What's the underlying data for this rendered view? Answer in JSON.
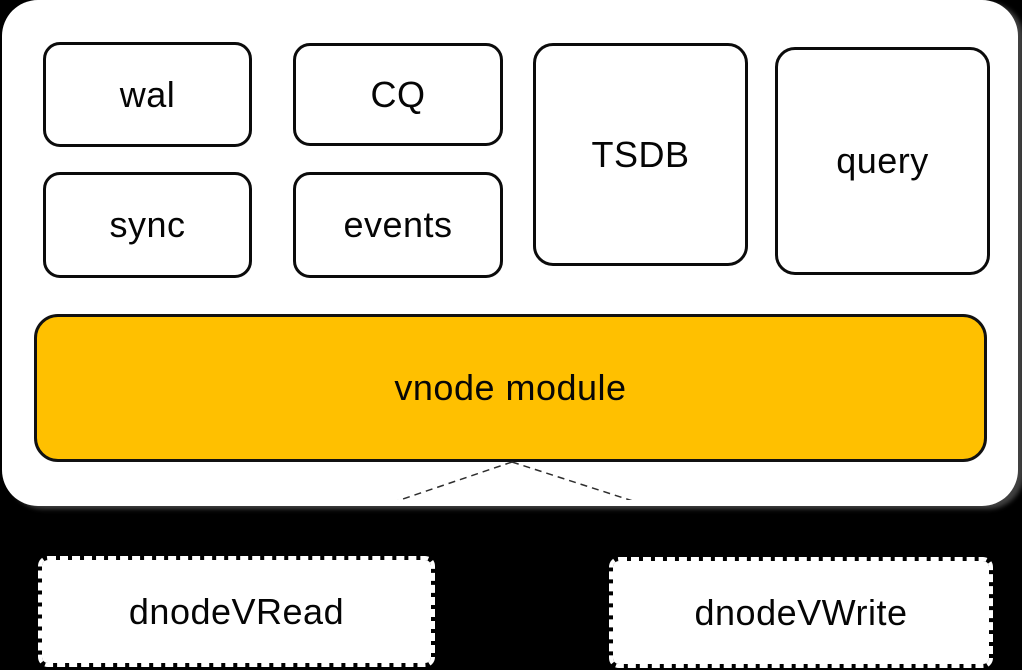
{
  "canvas": {
    "background": "#000000"
  },
  "container": {
    "fill": "#ffffff"
  },
  "modules": {
    "wal": {
      "label": "wal"
    },
    "cq": {
      "label": "CQ"
    },
    "sync": {
      "label": "sync"
    },
    "events": {
      "label": "events"
    },
    "tsdb": {
      "label": "TSDB"
    },
    "query": {
      "label": "query"
    }
  },
  "vnode_bar": {
    "label": "vnode module",
    "fill": "#ffc000"
  },
  "dnodes": {
    "read": {
      "label": "dnodeVRead"
    },
    "write": {
      "label": "dnodeVWrite"
    }
  },
  "connector": {
    "color": "#2e2e2e"
  }
}
